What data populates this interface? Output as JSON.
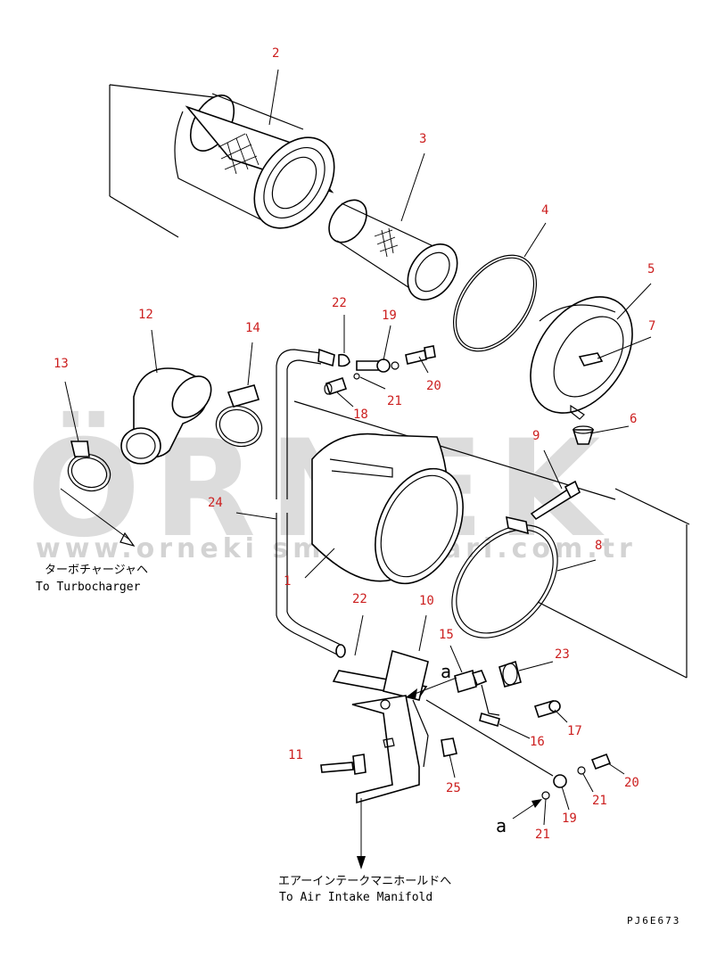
{
  "watermark": {
    "brand": "ÖRNEK",
    "url": "www.orneki smakinalari.com.tr"
  },
  "parts": [
    {
      "id": "p2",
      "label": "2"
    },
    {
      "id": "p3",
      "label": "3"
    },
    {
      "id": "p4",
      "label": "4"
    },
    {
      "id": "p5",
      "label": "5"
    },
    {
      "id": "p7",
      "label": "7"
    },
    {
      "id": "p6",
      "label": "6"
    },
    {
      "id": "p12",
      "label": "12"
    },
    {
      "id": "p13",
      "label": "13"
    },
    {
      "id": "p14",
      "label": "14"
    },
    {
      "id": "p22a",
      "label": "22"
    },
    {
      "id": "p19a",
      "label": "19"
    },
    {
      "id": "p20a",
      "label": "20"
    },
    {
      "id": "p21a",
      "label": "21"
    },
    {
      "id": "p18",
      "label": "18"
    },
    {
      "id": "p9",
      "label": "9"
    },
    {
      "id": "p24",
      "label": "24"
    },
    {
      "id": "p1",
      "label": "1"
    },
    {
      "id": "p8",
      "label": "8"
    },
    {
      "id": "p22b",
      "label": "22"
    },
    {
      "id": "p10",
      "label": "10"
    },
    {
      "id": "p15",
      "label": "15"
    },
    {
      "id": "p23",
      "label": "23"
    },
    {
      "id": "p17",
      "label": "17"
    },
    {
      "id": "p16",
      "label": "16"
    },
    {
      "id": "p11",
      "label": "11"
    },
    {
      "id": "p25",
      "label": "25"
    },
    {
      "id": "p20b",
      "label": "20"
    },
    {
      "id": "p21b",
      "label": "21"
    },
    {
      "id": "p19b",
      "label": "19"
    },
    {
      "id": "p21c",
      "label": "21"
    }
  ],
  "captions": {
    "turbo_jp": "ターボチャージャヘ",
    "turbo_en": "To Turbocharger",
    "intake_jp": "エアーインテークマニホールドへ",
    "intake_en": "To Air Intake Manifold",
    "ref_code": "PJ6E673",
    "view_mark_upper": "a",
    "view_mark_lower": "a"
  }
}
